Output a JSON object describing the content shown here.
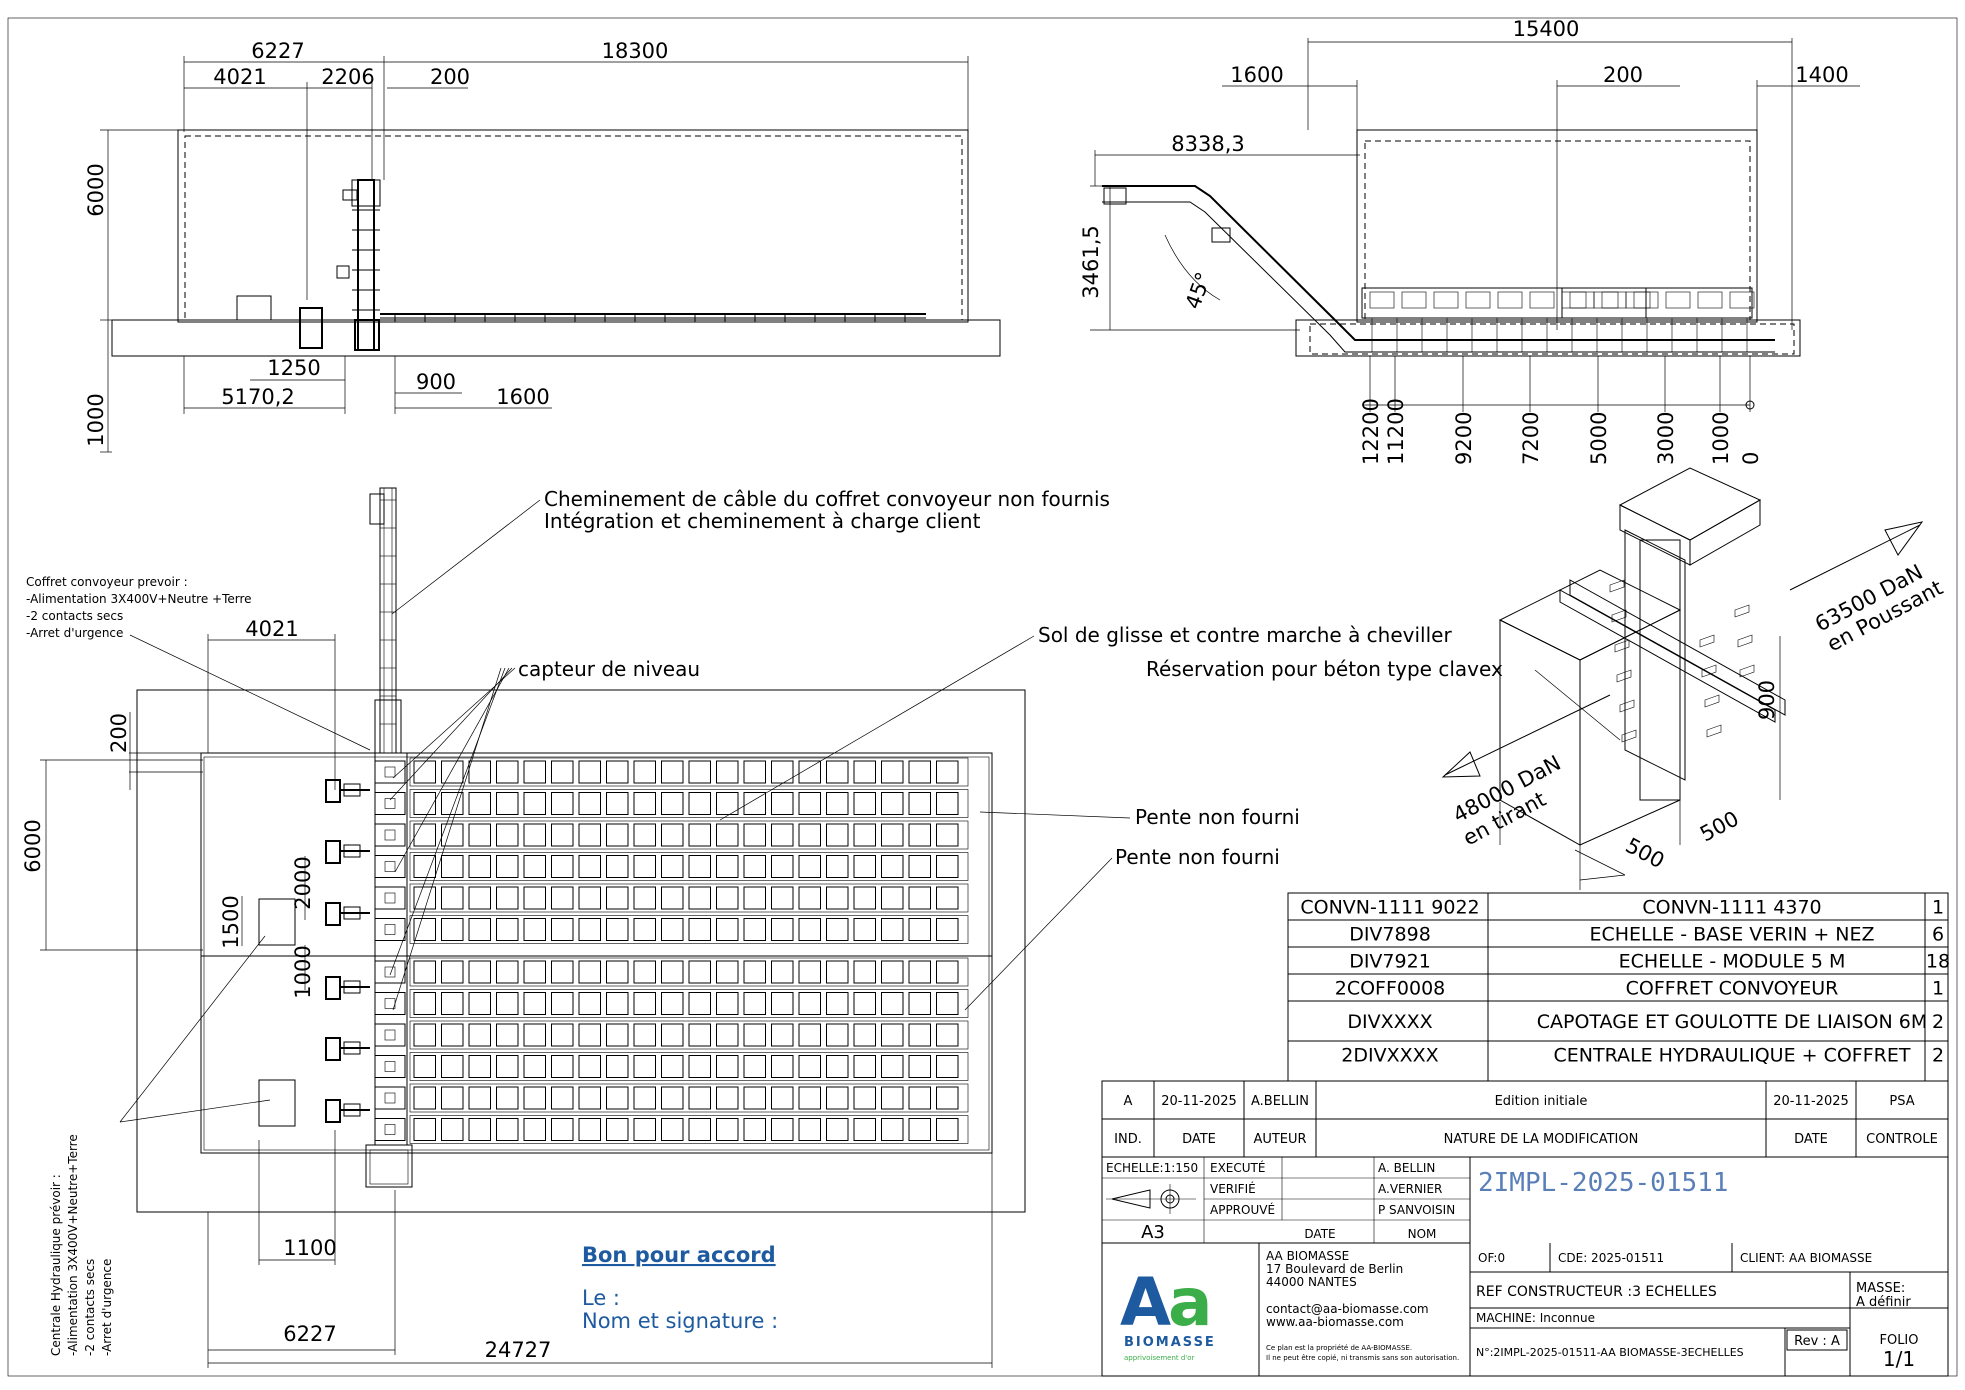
{
  "views": {
    "elevation_left": {
      "dims_top": [
        "6227",
        "4021",
        "2206",
        "200",
        "18300"
      ],
      "dims_side": [
        "6000",
        "1000"
      ],
      "dims_bottom": [
        "1250",
        "5170,2",
        "900",
        "1600"
      ]
    },
    "elevation_right": {
      "dims_top": [
        "15400",
        "1600",
        "200",
        "1400",
        "8338,3"
      ],
      "dims_side": [
        "3461,5"
      ],
      "angle": "45°",
      "stations": [
        "12200",
        "11200",
        "9200",
        "7200",
        "5000",
        "3000",
        "1000",
        "0"
      ]
    },
    "plan": {
      "dims": [
        "4021",
        "200",
        "6000",
        "1500",
        "2000",
        "1000",
        "1100",
        "6227",
        "24727"
      ],
      "note_coffret": [
        "Coffret convoyeur prevoir :",
        "-Alimentation 3X400V+Neutre +Terre",
        "-2 contacts secs",
        "-Arret d'urgence"
      ],
      "note_centrale": [
        "Centrale Hydraulique prévoir :",
        "-Alimentation 3X400V+Neutre+Terre",
        "-2 contacts secs",
        "-Arret d'urgence"
      ],
      "annotations": {
        "cable_1": "Cheminement de câble du coffret convoyeur non fournis",
        "cable_2": "Intégration et cheminement à charge client",
        "capteur": "capteur de niveau",
        "sol": "Sol de glisse et contre marche à cheviller",
        "pente_1": "Pente non fourni",
        "pente_2": "Pente non fourni"
      },
      "bon_pour_accord": "Bon pour accord",
      "le": "Le :",
      "nom_signature": "Nom et signature :"
    },
    "iso": {
      "reservation": "Réservation pour béton type clavex",
      "force_push_1": "63500 DaN",
      "force_push_2": "en Poussant",
      "force_pull_1": "48000 DaN",
      "force_pull_2": "en tirant",
      "dims": [
        "900",
        "500",
        "500"
      ]
    }
  },
  "bom": [
    {
      "ref": "CONVN-1111 9022",
      "designation": "CONVN-1111 4370",
      "qty": "1"
    },
    {
      "ref": "DIV7898",
      "designation": "ECHELLE - BASE VERIN + NEZ",
      "qty": "6"
    },
    {
      "ref": "DIV7921",
      "designation": "ECHELLE - MODULE 5 M",
      "qty": "18"
    },
    {
      "ref": "2COFF0008",
      "designation": "COFFRET CONVOYEUR",
      "qty": "1"
    },
    {
      "ref": "DIVXXXX",
      "designation": "CAPOTAGE ET GOULOTTE DE LIAISON 6M",
      "qty": "2"
    },
    {
      "ref": "2DIVXXXX",
      "designation": "CENTRALE HYDRAULIQUE + COFFRET",
      "qty": "2"
    }
  ],
  "revisions": {
    "row": {
      "ind": "A",
      "date": "20-11-2025",
      "auteur": "A.BELLIN",
      "nature": "Edition initiale",
      "date2": "20-11-2025",
      "controle": "PSA"
    },
    "header": {
      "ind": "IND.",
      "date": "DATE",
      "auteur": "AUTEUR",
      "nature": "NATURE DE LA MODIFICATION",
      "date2": "DATE",
      "controle": "CONTROLE"
    }
  },
  "title_block": {
    "echelle": "ECHELLE:1:150",
    "execute": "EXECUTÉ",
    "verifie": "VERIFIÉ",
    "approuve": "APPROUVÉ",
    "execute_name": "A. BELLIN",
    "verifie_name": "A.VERNIER",
    "approuve_name": "P SANVOISIN",
    "format": "A3",
    "date_label": "DATE",
    "nom_label": "NOM",
    "drawing_number": "2IMPL-2025-01511",
    "company_name": "AA BIOMASSE",
    "address_1": "17 Boulevard de Berlin",
    "address_2": "44000 NANTES",
    "email": "contact@aa-biomasse.com",
    "web": "www.aa-biomasse.com",
    "legal_1": "Ce plan est la propriété de AA-BIOMASSE.",
    "legal_2": "Il ne peut être copié, ni transmis sans son autorisation.",
    "of": "OF:0",
    "cde": "CDE: 2025-01511",
    "client": "CLIENT: AA BIOMASSE",
    "ref_constructeur": "REF CONSTRUCTEUR :3 ECHELLES",
    "masse_label": "MASSE:",
    "masse_value": "A définir",
    "machine": "MACHINE: Inconnue",
    "file_number": "N°:2IMPL-2025-01511-AA BIOMASSE-3ECHELLES",
    "rev": "Rev : A",
    "folio_label": "FOLIO",
    "folio_value": "1/1",
    "logo_text": "BIOMASSE",
    "logo_tagline": "apprivoisement d'or",
    "logo_brand_color": "#1e5aa0",
    "logo_accent_color": "#3cae49"
  }
}
